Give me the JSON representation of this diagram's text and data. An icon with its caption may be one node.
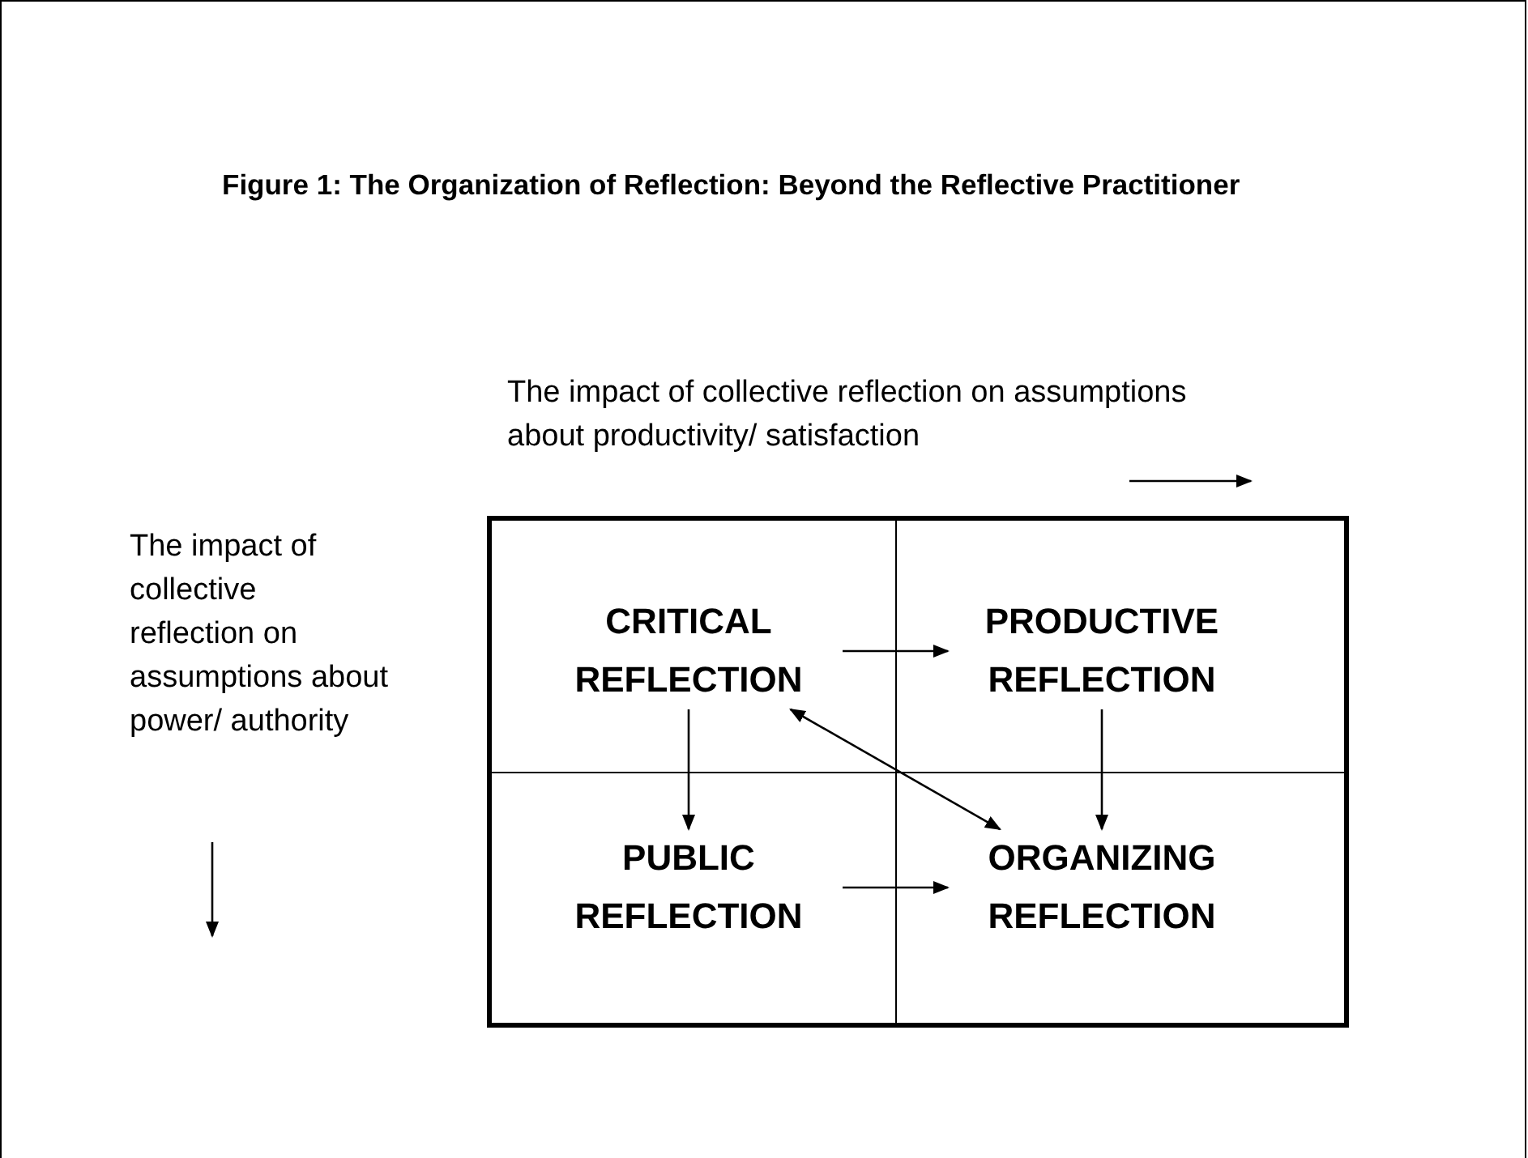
{
  "diagram": {
    "title": "Figure 1: The Organization of Reflection: Beyond the Reflective Practitioner",
    "nodes": [
      {
        "text": [
          "CRITICAL REFLECTION"
        ]
      },
      {
        "text": [
          "PRODUCTIVE REFLECTION"
        ]
      },
      {
        "text": [
          "PUBLIC REFLECTION"
        ]
      },
      {
        "text": [
          "ORGANIZING REFLECTION"
        ]
      }
    ],
    "edges": [
      {
        "from": 0,
        "to": 1,
        "arrow": "to"
      },
      {
        "from": 0,
        "to": 2,
        "arrow": "to"
      },
      {
        "from": 0,
        "to": 3,
        "arrow": "both"
      },
      {
        "from": 1,
        "to": 3,
        "arrow": "to"
      },
      {
        "from": 2,
        "to": 3,
        "arrow": "to"
      }
    ],
    "labels": [
      "The impact of collective reflection on assumptions about productivity/ satisfaction",
      "The impact of collective reflection on assumptions about power/ authority"
    ]
  }
}
